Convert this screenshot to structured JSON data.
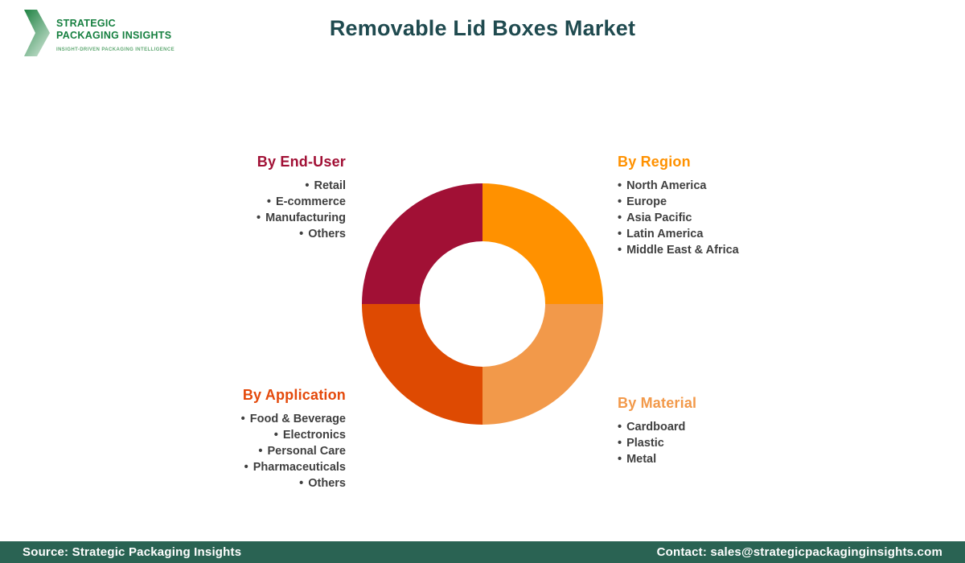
{
  "logo": {
    "line1": "STRATEGIC",
    "line2": "PACKAGING INSIGHTS",
    "tagline": "INSIGHT-DRIVEN PACKAGING INTELLIGENCE"
  },
  "title": "Removable Lid Boxes Market",
  "colors": {
    "title": "#1F4A4F",
    "logo_green": "#157F3F",
    "logo_tagline": "#5FA872",
    "item_text": "#3F3F3F",
    "footer_bg": "#2A6353"
  },
  "chart_data": {
    "type": "pie",
    "subtype": "donut",
    "title": "Removable Lid Boxes Market segmentation donut",
    "legend_position": "around-chart",
    "segments": [
      {
        "label": "By Region",
        "value": 25,
        "color": "#FF9100",
        "position": "top-right"
      },
      {
        "label": "By Material",
        "value": 25,
        "color": "#F2994A",
        "position": "bottom-right"
      },
      {
        "label": "By Application",
        "value": 25,
        "color": "#DE4A02",
        "position": "bottom-left"
      },
      {
        "label": "By End-User",
        "value": 25,
        "color": "#A11035",
        "position": "top-left"
      }
    ]
  },
  "groups": {
    "end_user": {
      "heading": "By End-User",
      "color": "#A11035",
      "items": [
        "Retail",
        "E-commerce",
        "Manufacturing",
        "Others"
      ]
    },
    "region": {
      "heading": "By Region",
      "color": "#FF9100",
      "items": [
        "North America",
        "Europe",
        "Asia Pacific",
        "Latin America",
        "Middle East & Africa"
      ]
    },
    "application": {
      "heading": "By Application",
      "color": "#E4490B",
      "items": [
        "Food & Beverage",
        "Electronics",
        "Personal Care",
        "Pharmaceuticals",
        "Others"
      ]
    },
    "material": {
      "heading": "By Material",
      "color": "#F2994A",
      "items": [
        "Cardboard",
        "Plastic",
        "Metal"
      ]
    }
  },
  "footer": {
    "source": "Source: Strategic Packaging Insights",
    "contact": "Contact: sales@strategicpackaginginsights.com"
  },
  "ui": {
    "bullet": "•"
  }
}
